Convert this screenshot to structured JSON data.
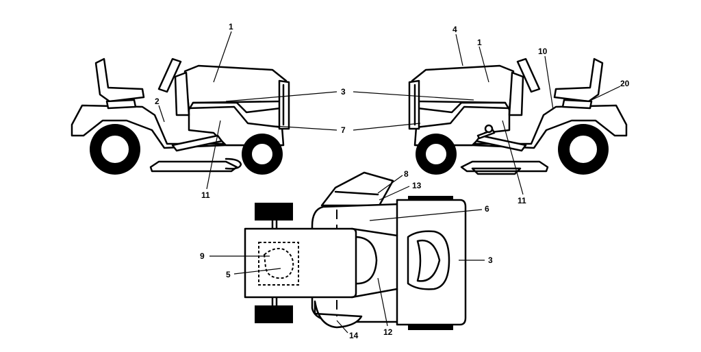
{
  "callouts": {
    "c1_left": "1",
    "c1_right": "1",
    "c2": "2",
    "c3_side": "3",
    "c3_top": "3",
    "c4": "4",
    "c5": "5",
    "c6": "6",
    "c7": "7",
    "c8": "8",
    "c9": "9",
    "c10": "10",
    "c11_left": "11",
    "c11_right": "11",
    "c12": "12",
    "c13": "13",
    "c14": "14",
    "c20": "20"
  },
  "colors": {
    "line": "#000000",
    "fill": "#ffffff"
  }
}
